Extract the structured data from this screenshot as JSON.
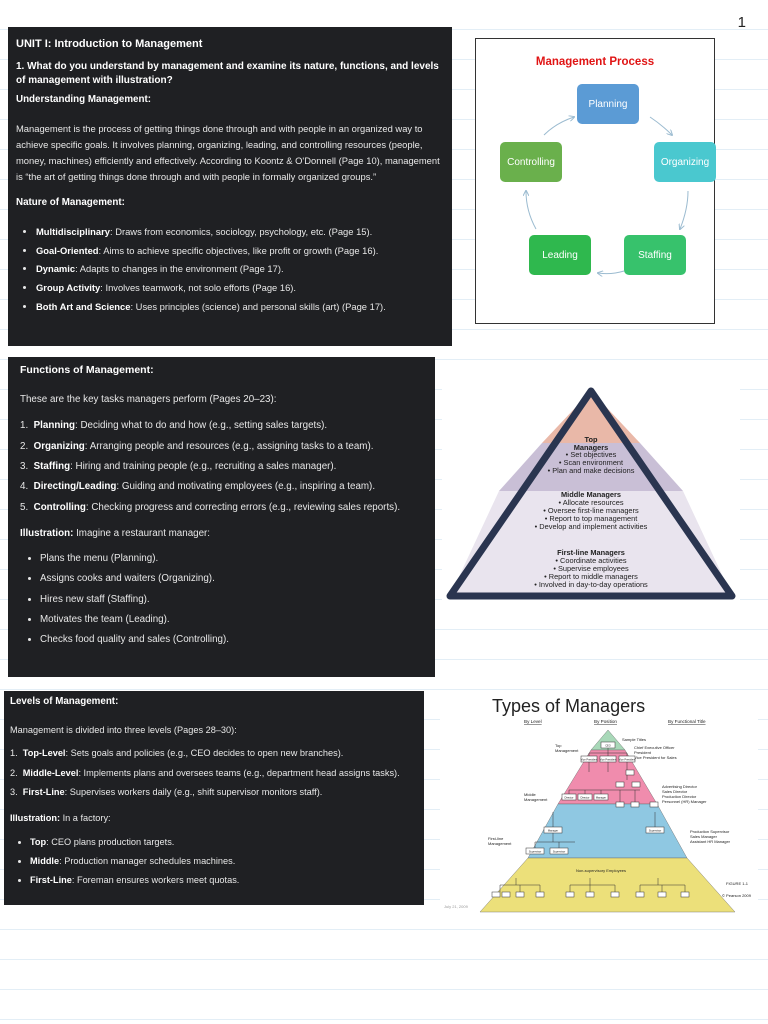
{
  "page_number": "1",
  "unit_block": {
    "unit_title": "UNIT I: Introduction to Management",
    "question": "1. What do you understand by management and examine its nature, functions, and levels of management with illustration?",
    "understanding_heading": "Understanding Management:",
    "paragraph": "Management is the process of getting things done through and with people in an organized way to achieve specific goals. It involves planning, organizing, leading, and controlling resources (people, money, machines) efficiently and effectively. According to Koontz & O'Donnell (Page 10), management is “the art of getting things done through and with people in formally organized groups.”",
    "nature_heading": "Nature of Management:",
    "nature_items": [
      {
        "term": "Multidisciplinary",
        "desc": ": Draws from economics, sociology, psychology, etc. (Page 15)."
      },
      {
        "term": "Goal-Oriented",
        "desc": ": Aims to achieve specific objectives, like profit or growth (Page 16)."
      },
      {
        "term": "Dynamic",
        "desc": ": Adapts to changes in the environment (Page 17)."
      },
      {
        "term": "Group Activity",
        "desc": ": Involves teamwork, not solo efforts (Page 16)."
      },
      {
        "term": "Both Art and Science",
        "desc": ": Uses principles (science) and personal skills (art) (Page 17)."
      }
    ]
  },
  "process_figure": {
    "title": "Management Process",
    "nodes": [
      {
        "label": "Planning",
        "color": "#5b9bd5"
      },
      {
        "label": "Organizing",
        "color": "#4ac8cf"
      },
      {
        "label": "Staffing",
        "color": "#37c26c"
      },
      {
        "label": "Leading",
        "color": "#2fb84e"
      },
      {
        "label": "Controlling",
        "color": "#6ab04c"
      }
    ]
  },
  "functions_block": {
    "heading": "Functions of Management:",
    "intro": "These are the key tasks managers perform (Pages 20–23):",
    "items": [
      {
        "num": "1.",
        "term": "Planning",
        "desc": ": Deciding what to do and how (e.g., setting sales targets)."
      },
      {
        "num": "2.",
        "term": "Organizing",
        "desc": ": Arranging people and resources (e.g., assigning tasks to a team)."
      },
      {
        "num": "3.",
        "term": "Staffing",
        "desc": ": Hiring and training people (e.g., recruiting a sales manager)."
      },
      {
        "num": "4.",
        "term": "Directing/Leading",
        "desc": ": Guiding and motivating employees (e.g., inspiring a team)."
      },
      {
        "num": "5.",
        "term": "Controlling",
        "desc": ": Checking progress and correcting errors (e.g., reviewing sales reports)."
      }
    ],
    "illustration_label": "Illustration:",
    "illustration_text": " Imagine a restaurant manager:",
    "bullets": [
      "Plans the menu (Planning).",
      "Assigns cooks and waiters (Organizing).",
      "Hires new staff (Staffing).",
      "Motivates the team (Leading).",
      "Checks food quality and sales (Controlling)."
    ]
  },
  "pyramid_figure": {
    "tiers": [
      {
        "title": "Top Managers",
        "lines": [
          "• Set objectives",
          "• Scan environment",
          "• Plan and make decisions"
        ],
        "color": "#e9b8a8"
      },
      {
        "title": "Middle Managers",
        "lines": [
          "• Allocate resources",
          "• Oversee first-line managers",
          "• Report to top management",
          "• Develop and implement activities"
        ],
        "color": "#c9bfd6"
      },
      {
        "title": "First-line Managers",
        "lines": [
          "• Coordinate activities",
          "• Supervise employees",
          "• Report to middle managers",
          "• Involved in day-to-day operations"
        ],
        "color": "#e9e4ee"
      }
    ],
    "border_color": "#2a3550"
  },
  "levels_block": {
    "heading": "Levels of Management:",
    "intro": "Management is divided into three levels (Pages 28–30):",
    "items": [
      {
        "num": "1.",
        "term": "Top-Level",
        "desc": ": Sets goals and policies (e.g., CEO decides to open new branches)."
      },
      {
        "num": "2.",
        "term": "Middle-Level",
        "desc": ": Implements plans and oversees teams (e.g., department head assigns tasks)."
      },
      {
        "num": "3.",
        "term": "First-Line",
        "desc": ": Supervises workers daily (e.g., shift supervisor monitors staff)."
      }
    ],
    "illustration_label": "Illustration:",
    "illustration_text": " In a factory:",
    "bullets": [
      {
        "term": "Top",
        "desc": ": CEO plans production targets."
      },
      {
        "term": "Middle",
        "desc": ": Production manager schedules machines."
      },
      {
        "term": "First-Line",
        "desc": ": Foreman ensures workers meet quotas."
      }
    ]
  },
  "types_figure": {
    "title": "Types of Managers",
    "col_headers": [
      "By Level",
      "By Position",
      "By Functional Title"
    ],
    "sample_titles_label": "Sample Titles",
    "level_labels": [
      "Top Management",
      "Middle Management",
      "First-line Management"
    ],
    "top_titles": "Chief Executive Officer\nPresident\nVice President for Sales",
    "middle_titles": "Advertising Director\nSales Director\nProduction Director\nPersonnel (HR) Manager",
    "first_titles": "Production Supervisor\nSales Manager\nAssistant HR Manager",
    "non_sup_label": "Non-supervisory Employees",
    "box_labels": [
      "CEO",
      "Vice President",
      "Vice President",
      "Vice President",
      "Director",
      "Director",
      "Manager",
      "Manager",
      "Supervisor",
      "Supervisor",
      "Supervisor"
    ],
    "footnote_right": "FIGURE 1-1",
    "footnote_date": "July 21, 2009",
    "footnote_copy": "© Pearson 2009",
    "tier_colors": [
      "#a8d8b8",
      "#f08cad",
      "#8fc8e2",
      "#ece07a"
    ]
  }
}
